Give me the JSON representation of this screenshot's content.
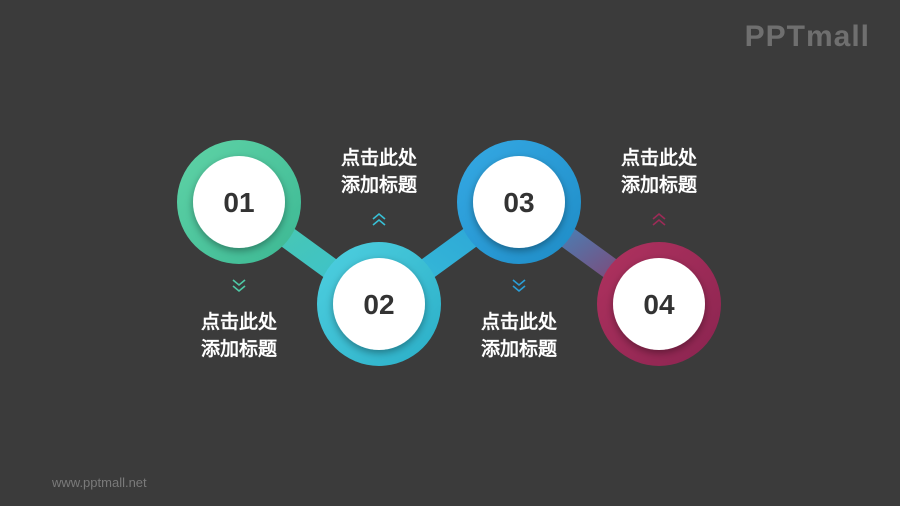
{
  "brand": {
    "logo_text": "PPTmall"
  },
  "footer": {
    "url": "www.pptmall.net"
  },
  "steps": [
    {
      "number": "01",
      "title_line1": "点击此处",
      "title_line2": "添加标题",
      "color": "#4ec9a6",
      "arrow_icon": "chevron-down-double-icon"
    },
    {
      "number": "02",
      "title_line1": "点击此处",
      "title_line2": "添加标题",
      "color": "#38c0d6",
      "arrow_icon": "chevron-up-double-icon"
    },
    {
      "number": "03",
      "title_line1": "点击此处",
      "title_line2": "添加标题",
      "color": "#2a9fd8",
      "arrow_icon": "chevron-down-double-icon"
    },
    {
      "number": "04",
      "title_line1": "点击此处",
      "title_line2": "添加标题",
      "color": "#9c2b57",
      "arrow_icon": "chevron-up-double-icon"
    }
  ]
}
